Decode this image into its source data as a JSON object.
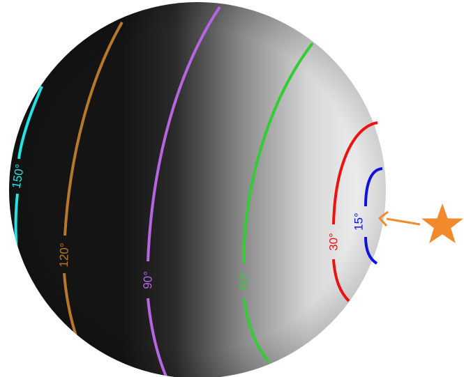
{
  "sphere": {
    "description_colors": {
      "dark": "#141414",
      "light": "#f4f4f4"
    }
  },
  "contours": [
    {
      "id": "c15",
      "label": "15°",
      "color": "#1010e0"
    },
    {
      "id": "c30",
      "label": "30°",
      "color": "#ee1111"
    },
    {
      "id": "c60",
      "label": "60°",
      "color": "#33cc33"
    },
    {
      "id": "c90",
      "label": "90°",
      "color": "#b566e0"
    },
    {
      "id": "c120",
      "label": "120°",
      "color": "#b8782a"
    },
    {
      "id": "c150",
      "label": "150°",
      "color": "#22e5e5"
    }
  ],
  "source": {
    "icon": "star-icon",
    "color": "#f08a2c"
  }
}
